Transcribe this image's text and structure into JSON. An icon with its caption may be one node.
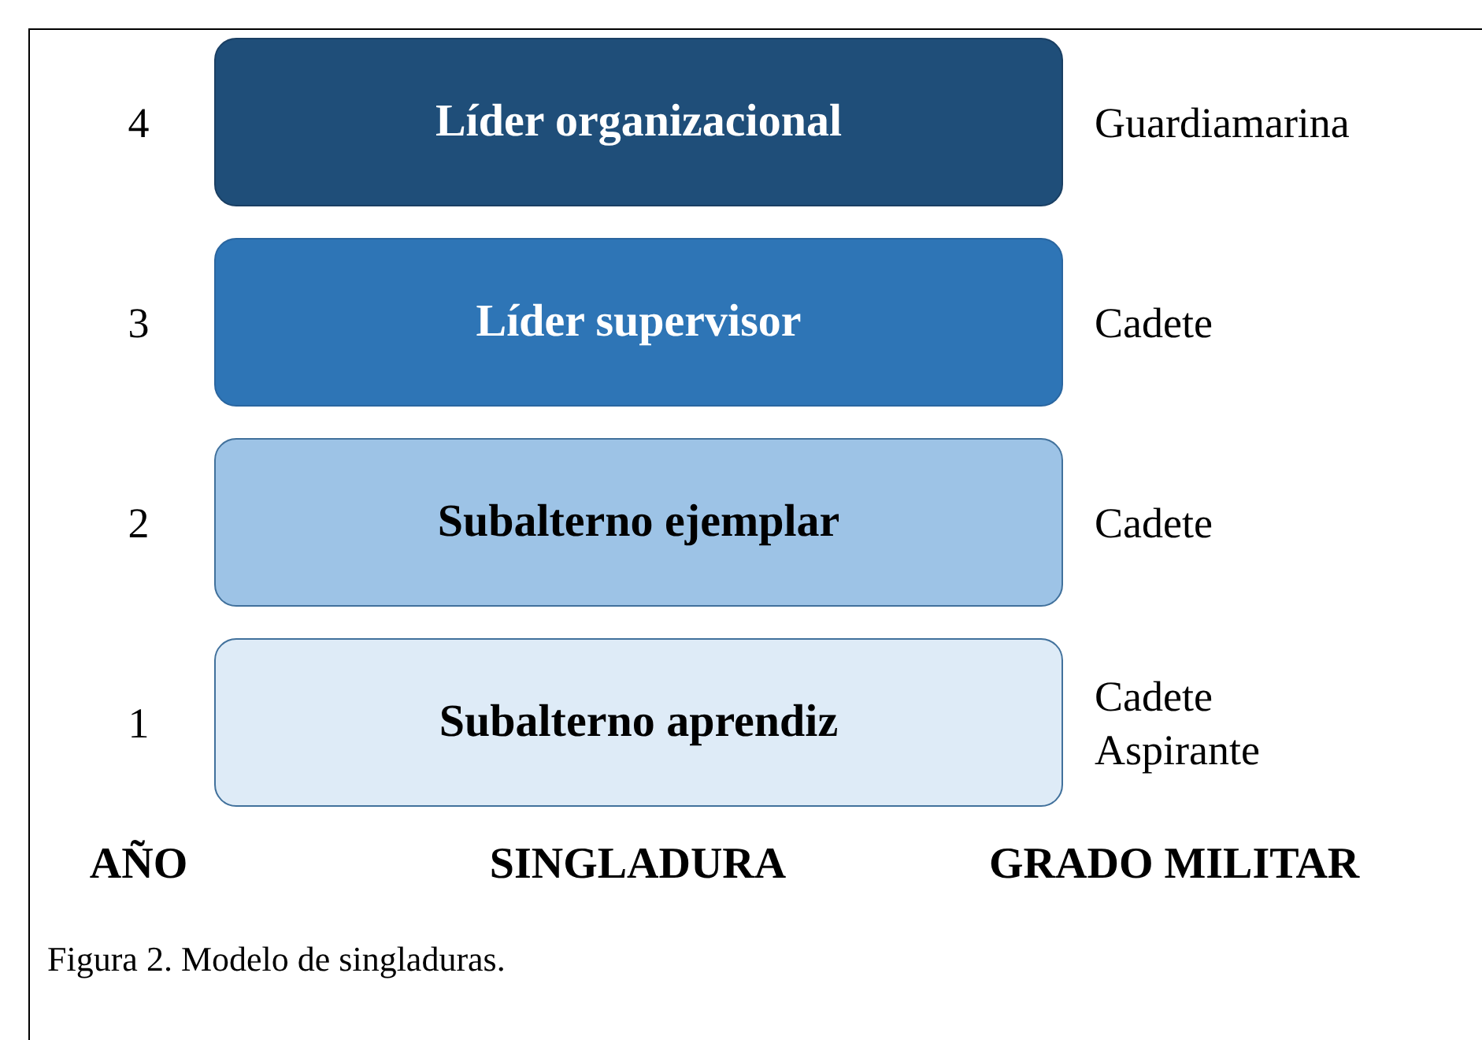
{
  "diagram": {
    "caption": "Figura 2. Modelo de singladuras.",
    "nodes": [
      {
        "text": [
          "Líder organizacional"
        ],
        "beside": [
          "4",
          "Guardiamarina"
        ]
      },
      {
        "text": [
          "Líder supervisor"
        ],
        "beside": [
          "3",
          "Cadete"
        ]
      },
      {
        "text": [
          "Subalterno ejemplar"
        ],
        "beside": [
          "2",
          "Cadete"
        ]
      },
      {
        "text": [
          "Subalterno aprendiz"
        ],
        "beside": [
          "1",
          "Cadete Aspirante"
        ]
      }
    ],
    "labels": [
      "AÑO",
      "SINGLADURA",
      "GRADO MILITAR"
    ]
  }
}
